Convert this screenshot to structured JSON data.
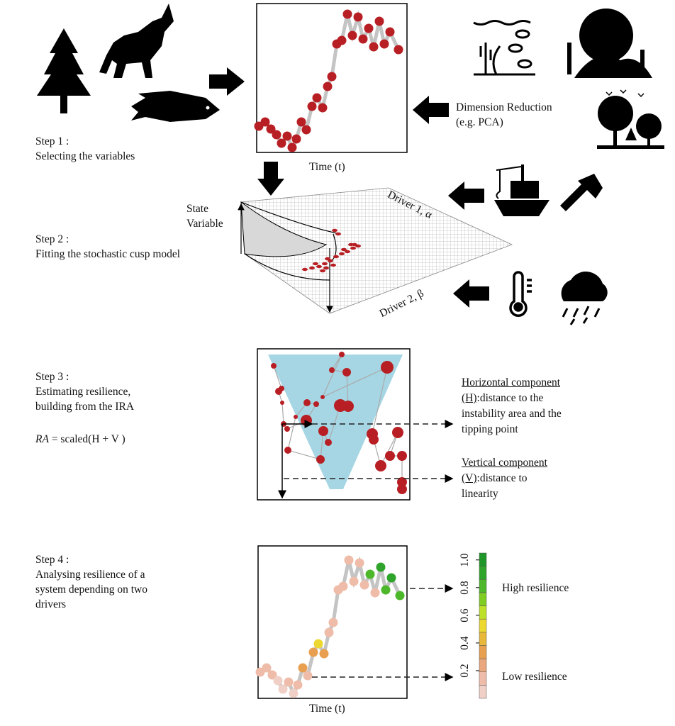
{
  "steps": [
    {
      "title": "Step 1 :",
      "desc": "Selecting the variables"
    },
    {
      "title": "Step 2 :",
      "desc": "Fitting the stochastic cusp model"
    },
    {
      "title": "Step 3 :",
      "desc1": "Estimating resilience,",
      "desc2": "building from the IRA",
      "formula_lhs": "RA",
      "formula_rhs": " = scaled(H + V )"
    },
    {
      "title": "Step 4 :",
      "desc1": "Analysing resilience of a",
      "desc2": "system depending on two",
      "desc3": "drivers"
    }
  ],
  "panel1": {
    "xlabel": "Time (t)"
  },
  "dimension_reduction": {
    "line1": "Dimension Reduction",
    "line2": "(e.g. PCA)"
  },
  "cusp": {
    "state_line1": "State",
    "state_line2": "Variable",
    "driver1": "Driver 1, α",
    "driver2": "Driver 2, β"
  },
  "components": {
    "h_title1": "Horizontal component",
    "h_title2": "(H)",
    "h_rest": ":distance to the",
    "h_line2": "instability area and the",
    "h_line3": "tipping point",
    "v_title1": "Vertical component",
    "v_title2": "(V)",
    "v_rest": ":distance to",
    "v_line2": "linearity"
  },
  "panel4": {
    "xlabel": "Time (t)"
  },
  "colorbar": {
    "ticks": [
      "0.2",
      "0.4",
      "0.6",
      "0.8",
      "1.0"
    ],
    "high_label": "High resilience",
    "low_label": "Low resilience",
    "colors": [
      "#f0d0c6",
      "#eebca8",
      "#eaa67c",
      "#e8a050",
      "#e7b83a",
      "#ecd830",
      "#bde02a",
      "#7fcc22",
      "#4cb82a",
      "#2ea42a",
      "#1f9628"
    ]
  },
  "icons": [
    "pine-tree-icon",
    "wolf-icon",
    "fish-icon",
    "underwater-plants-icon",
    "desert-icon",
    "forest-birds-icon",
    "fishing-boat-icon",
    "axe-icon",
    "thermometer-icon",
    "storm-cloud-icon"
  ],
  "colors": {
    "point": "#b81f24",
    "line": "#c4c4c4",
    "cusp_area": "#a6d6e4"
  }
}
